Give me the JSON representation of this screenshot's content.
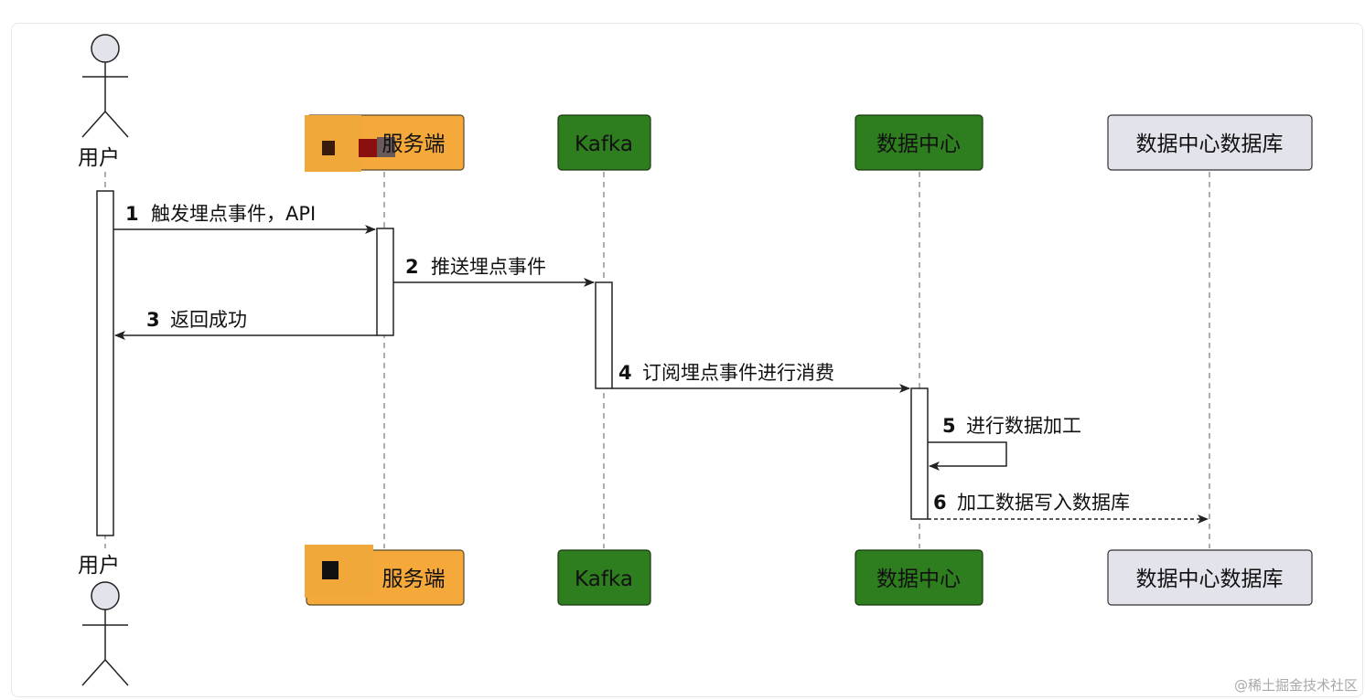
{
  "actors": {
    "user": "用户"
  },
  "participants": {
    "server": "服务端",
    "kafka": "Kafka",
    "datacenter": "数据中心",
    "database": "数据中心数据库"
  },
  "messages": [
    {
      "num": "1",
      "text": "触发埋点事件，API"
    },
    {
      "num": "2",
      "text": "推送埋点事件"
    },
    {
      "num": "3",
      "text": "返回成功"
    },
    {
      "num": "4",
      "text": "订阅埋点事件进行消费"
    },
    {
      "num": "5",
      "text": "进行数据加工"
    },
    {
      "num": "6",
      "text": "加工数据写入数据库"
    }
  ],
  "colors": {
    "server_box": "#F5A93A",
    "kafka_box": "#2E7D1E",
    "datacenter_box": "#2E7D1E",
    "database_box": "#E3E3EC",
    "actor_fill": "#E3E3EC"
  },
  "watermark": "@稀土掘金技术社区"
}
